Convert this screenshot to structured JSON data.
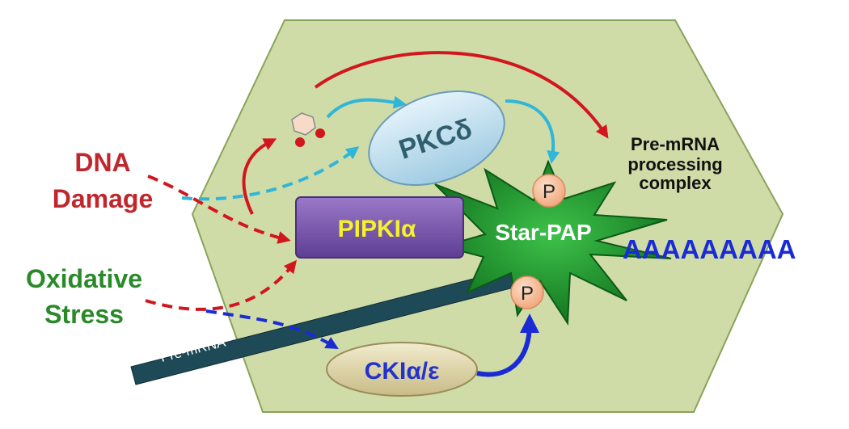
{
  "labels": {
    "dna_damage_line1": "DNA",
    "dna_damage_line2": "Damage",
    "oxidative_line1": "Oxidative",
    "oxidative_line2": "Stress",
    "pkc": "PKCδ",
    "pipki": "PIPKIα",
    "star_pap": "Star-PAP",
    "phospho_top": "P",
    "phospho_bottom": "P",
    "complex_line1": "Pre-mRNA",
    "complex_line2": "processing",
    "complex_line3": "complex",
    "poly_a": "AAAAAAAAA",
    "pre_mrna": "Pre-mRNA",
    "cki": "CKIα/ε"
  },
  "colors": {
    "nucleus_fill": "#cfdca8",
    "dna_damage_text": "#c0272d",
    "oxidative_text": "#2a8a2a",
    "red_arrow": "#d2161e",
    "cyan_arrow": "#2fb6d8",
    "blue_arrow": "#1a2bd6",
    "pipki_text": "#f5f22a",
    "poly_a_text": "#1a2bd6",
    "cki_text": "#2233cc",
    "star_pap_fill": "#1f9a2c"
  }
}
